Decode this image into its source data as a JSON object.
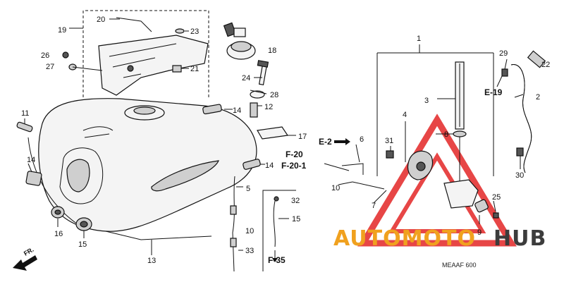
{
  "callouts": [
    "1",
    "2",
    "3",
    "4",
    "5",
    "6",
    "7",
    "8",
    "9",
    "10",
    "11",
    "12",
    "13",
    "14",
    "14",
    "14",
    "15",
    "15",
    "16",
    "17",
    "18",
    "19",
    "20",
    "21",
    "22",
    "23",
    "24",
    "25",
    "26",
    "27",
    "28",
    "29",
    "30",
    "31",
    "32",
    "33"
  ],
  "refs": {
    "e2": "E-2",
    "e19": "E-19",
    "f20": "F-20",
    "f20_1": "F-20-1",
    "f35": "F-35"
  },
  "front_label": "FR.",
  "diagram_code": "MEAAF 600",
  "watermark": {
    "part1": "AUTOMOTO",
    "part2": "HUB",
    "color1": "#f0a11f",
    "color2": "#3c3c3c",
    "triangle_color": "#e32626"
  }
}
